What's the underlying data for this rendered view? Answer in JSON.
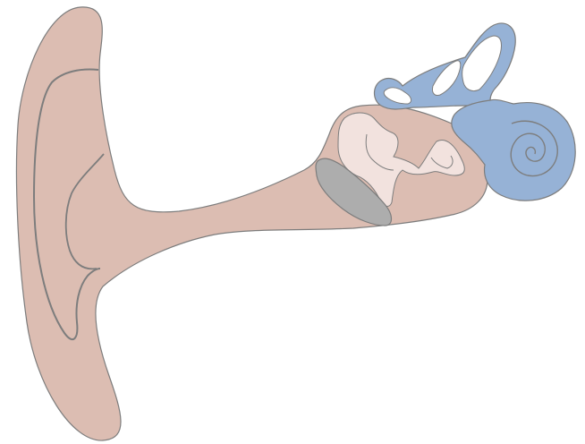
{
  "diagram": {
    "labels": [],
    "colors": {
      "outer_ear": "#dcbdb2",
      "ossicles": "#f2e2de",
      "eardrum": "#adadad",
      "inner_ear": "#96b2d6",
      "outline": "#7d7d7d",
      "background": "#ffffff"
    },
    "parts": [
      {
        "name": "pinna",
        "icon": "ear-shape"
      },
      {
        "name": "ear-canal",
        "icon": "tube"
      },
      {
        "name": "middle-ear-cavity",
        "icon": "cavity"
      },
      {
        "name": "eardrum",
        "icon": "membrane"
      },
      {
        "name": "ossicles",
        "icon": "bones"
      },
      {
        "name": "semicircular-canals",
        "icon": "loops"
      },
      {
        "name": "cochlea",
        "icon": "spiral"
      }
    ]
  }
}
